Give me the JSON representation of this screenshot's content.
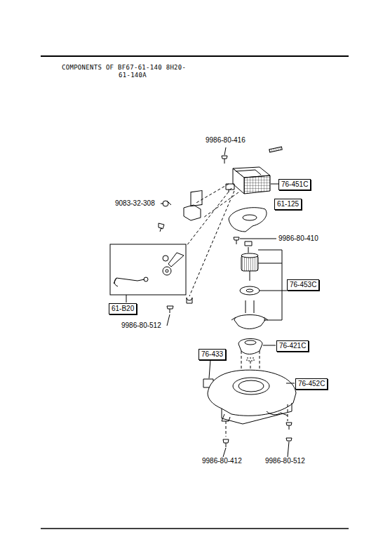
{
  "diagram": {
    "title": "COMPONENTS OF BF67-61-140 8H20-61-140A",
    "nodes": [
      {
        "text": [
          "76-451C"
        ]
      },
      {
        "text": [
          "61-125"
        ]
      },
      {
        "text": [
          "76-453C"
        ]
      },
      {
        "text": [
          "61-B20"
        ]
      },
      {
        "text": [
          "76-421C"
        ]
      },
      {
        "text": [
          "76-433"
        ]
      },
      {
        "text": [
          "76-452C"
        ]
      }
    ],
    "labels": [
      "9986-80-416",
      "9083-32-308",
      "9986-80-410",
      "9986-80-512",
      "9986-80-412",
      "9986-80-512"
    ]
  }
}
